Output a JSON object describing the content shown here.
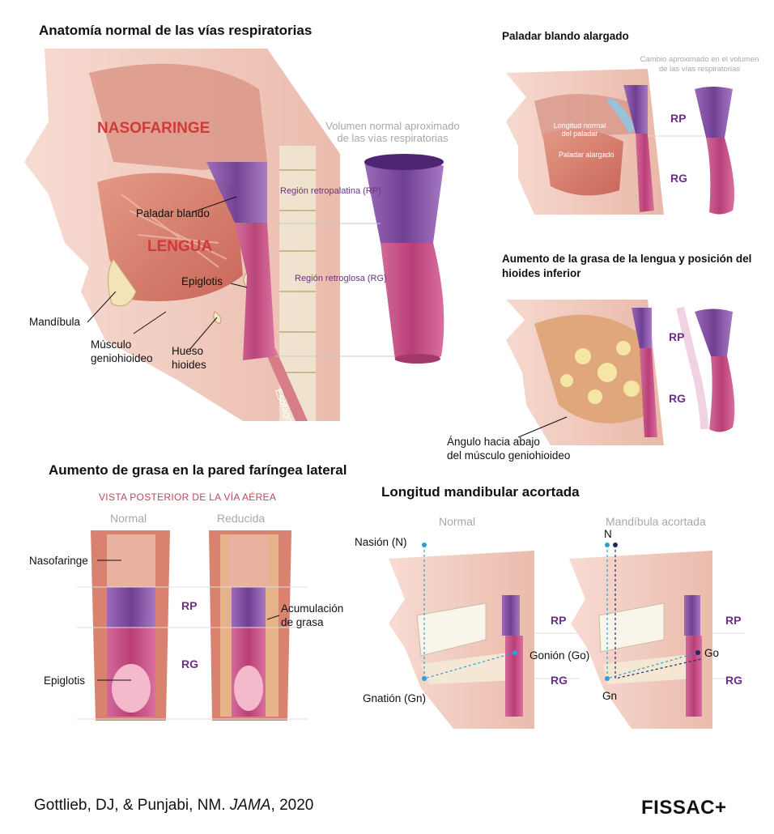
{
  "main": {
    "title": "Anatomía normal de las vías respiratorias",
    "nasofaringe": "NASOFARINGE",
    "lengua": "LENGUA",
    "paladar": "Paladar blando",
    "epiglotis": "Epiglotis",
    "mandibula": "Mandíbula",
    "musculo": "Músculo",
    "geniohioideo": "geniohioideo",
    "hueso": "Hueso",
    "hioides": "hioides",
    "esofago": "Esófago",
    "volumen_1": "Volumen normal aproximado",
    "volumen_2": "de las vías respiratorias",
    "rp_region": "Región retropalatina (RP)",
    "rg_region": "Región retroglosa (RG)"
  },
  "paladar_panel": {
    "title": "Paladar blando alargado",
    "cambio_1": "Cambio aproximado en el volumen",
    "cambio_2": "de las vías respiratorias",
    "longitud_1": "Longitud normal",
    "longitud_2": "del paladar",
    "alargado": "Paladar alargado",
    "rp": "RP",
    "rg": "RG"
  },
  "grasa_lengua": {
    "title_1": "Aumento de la grasa de la lengua y posición del",
    "title_2": "hioides inferior",
    "rp": "RP",
    "rg": "RG",
    "angulo_1": "Ángulo hacia abajo",
    "angulo_2": "del músculo geniohioideo"
  },
  "pared": {
    "title": "Aumento de grasa en la pared faríngea lateral",
    "vista": "VISTA POSTERIOR DE LA VÍA AÉREA",
    "normal": "Normal",
    "reducida": "Reducida",
    "nasofaringe": "Nasofaringe",
    "rp": "RP",
    "rg": "RG",
    "acum_1": "Acumulación",
    "acum_2": "de grasa",
    "epiglotis": "Epiglotis"
  },
  "mandibular": {
    "title": "Longitud mandibular acortada",
    "normal": "Normal",
    "acortada": "Mandíbula acortada",
    "nasion": "Nasión (N)",
    "gonion": "Gonión (Go)",
    "gnation": "Gnatión (Gn)",
    "n": "N",
    "go": "Go",
    "gn": "Gn",
    "rp1": "RP",
    "rg1": "RG",
    "rp2": "RP",
    "rg2": "RG"
  },
  "footer": {
    "citation": "Gottlieb, DJ, & Punjabi, NM.",
    "journal": "JAMA",
    "year": ", 2020",
    "brand": "FISSAC+"
  },
  "colors": {
    "airway_purple": "#7c4a9e",
    "airway_pink": "#c2477e",
    "label_red": "#d03a3a",
    "tissue": "#e7b3a6",
    "marker_blue": "#2a9fd8"
  }
}
